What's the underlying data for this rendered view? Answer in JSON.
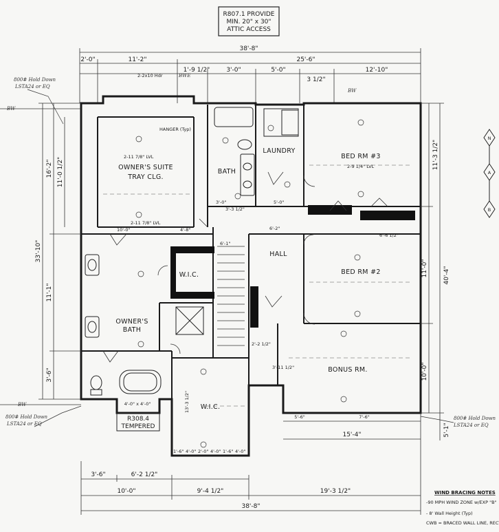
{
  "header": {
    "line1": "R807.1 PROVIDE",
    "line2": "MIN. 20\" x 30\"",
    "line3": "ATTIC ACCESS"
  },
  "dimensions": {
    "top_overall": "38'-8\"",
    "top_left": "11'-2\"",
    "top_right": "25'-6\"",
    "top_small_left": "2'-0\"",
    "top_row2": [
      "1'-9 1/2\"",
      "3'-0\"",
      "5'-0\"",
      "3 1/2\"",
      "12'-10\""
    ],
    "left_overall": "33'-10\"",
    "left_upper": "16'-2\"",
    "left_upper_inner": "11'-0 1/2\"",
    "left_lower": "11'-1\"",
    "left_bottom": "3'-6\"",
    "right_overall": "40'-4\"",
    "right_upper": "11'-3 1/2\"",
    "right_mid": "11'-0\"",
    "right_lower": "10'-0\"",
    "right_bottom": "5'-1\"",
    "bottom_overall": "38'-8\"",
    "bottom_row1": [
      "10'-0\"",
      "9'-4 1/2\"",
      "19'-3 1/2\""
    ],
    "bottom_row0": [
      "3'-6\"",
      "6'-2 1/2\""
    ],
    "bonus_bottom": [
      "5'-6\"",
      "7'-6\""
    ],
    "bonus_total": "15'-4\"",
    "owners_suite_dims": [
      "10'-0\"",
      "4'-8\""
    ],
    "hall_dims": [
      "3'-3 1/2\"",
      "6'-2\"",
      "6'-1\""
    ],
    "bed2_dim": "6'-6 1/2\"",
    "bath_dims": [
      "3'-0\"",
      "5'-0\""
    ],
    "wic_dim": "13'-3 1/2\"",
    "wic_bottom": [
      "1'-6\"",
      "4'-0\"",
      "2'-0\"",
      "4'-0\"",
      "1'-6\"",
      "4'-0\""
    ],
    "bonus_side": "3'-11 1/2\"",
    "stair_dim": "2'-2 1/2\""
  },
  "rooms": {
    "owners_suite": "OWNER'S SUITE",
    "owners_suite_sub": "TRAY CLG.",
    "owners_bath_1": "OWNER'S",
    "owners_bath_2": "BATH",
    "bath": "BATH",
    "laundry": "LAUNDRY",
    "bed3": "BED RM #3",
    "bed2": "BED RM #2",
    "hall": "HALL",
    "wic_upper": "W.I.C.",
    "wic_lower": "W.I.C.",
    "bonus": "BONUS RM."
  },
  "callouts": {
    "tempered_1": "R308.4",
    "tempered_2": "TEMPERED",
    "window": "4'-0\" x 4'-0\"",
    "header_note": "2-2x10 Hdr",
    "hanger": "HANGER (Typ)",
    "lvl_1": "2-11 7/8\" LVL",
    "lvl_2": "2-9 1/4\" LVL",
    "lvl_3": "2-11 7/8\" LVL"
  },
  "annotations": {
    "hold_down_top": "800# Hold Down",
    "hold_down_top_2": "LSTA24 or EQ",
    "hold_down_left": "800# Hold Down",
    "hold_down_left_2": "LSTA24 or EQ",
    "hold_down_right": "800# Hold Down",
    "hold_down_right_2": "LSTA24 or EQ",
    "bw_left": "BW",
    "bw_left2": "BW",
    "bw_right": "BW",
    "bwe": "BWE"
  },
  "wind_notes": {
    "title": "WIND BRACING NOTES",
    "line1": "-90 MPH WIND ZONE w/EXP \"B\"",
    "line2": "- 8' Wall Height (Typ)",
    "line3": "CWB = BRACED WALL LINE, RECT"
  },
  "north_arrow": [
    "N",
    "A",
    "B"
  ]
}
